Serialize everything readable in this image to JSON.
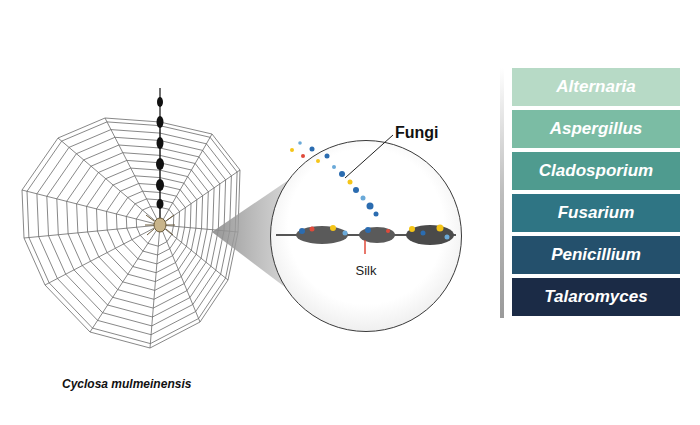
{
  "diagram": {
    "nodes": [
      {
        "text": [
          "Silk"
        ]
      },
      {
        "text": [
          "Alternaria"
        ]
      },
      {
        "text": [
          "Aspergillus"
        ]
      },
      {
        "text": [
          "Cladosporium"
        ]
      },
      {
        "text": [
          "Fusarium"
        ]
      },
      {
        "text": [
          "Penicillium"
        ]
      },
      {
        "text": [
          "Talaromyces"
        ]
      }
    ],
    "edges": [],
    "labels": [
      "Fungi",
      "Cyclosa mulmeinensis"
    ]
  }
}
